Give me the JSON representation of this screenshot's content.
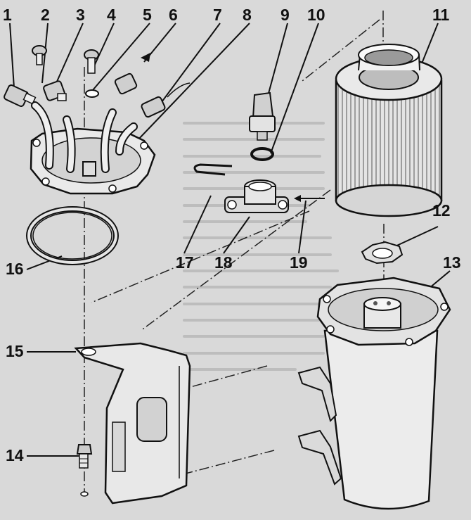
{
  "diagram": {
    "labels": [
      "1",
      "2",
      "3",
      "4",
      "5",
      "6",
      "7",
      "8",
      "9",
      "10",
      "11",
      "12",
      "13",
      "14",
      "15",
      "16",
      "17",
      "18",
      "19"
    ]
  },
  "colors": {
    "background": "#d9d9d9",
    "ink": "#111111",
    "part_fill": "#efefef",
    "part_shade": "#b8b8b8"
  }
}
